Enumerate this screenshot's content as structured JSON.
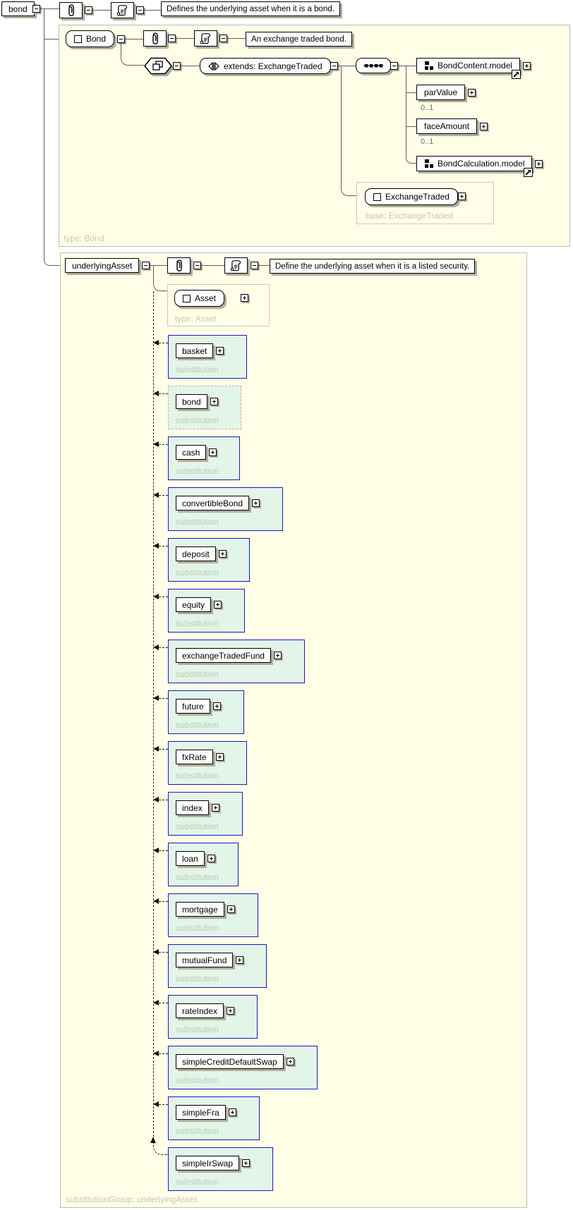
{
  "root": {
    "element": "bond",
    "annotation": "Defines the underlying asset when it is a bond."
  },
  "bond_box": {
    "complex_type": "Bond",
    "type_caption": "type: Bond",
    "annotation": "An exchange traded bond.",
    "derivation_label": "extends: ExchangeTraded",
    "sequence_children": [
      {
        "label": "BondContent.model",
        "kind": "group",
        "ref": true
      },
      {
        "label": "parValue",
        "kind": "element",
        "occurs": "0..1"
      },
      {
        "label": "faceAmount",
        "kind": "element",
        "occurs": "0..1"
      },
      {
        "label": "BondCalculation.model",
        "kind": "group",
        "ref": true
      }
    ],
    "base": {
      "type": "ExchangeTraded",
      "caption": "base: ExchangeTraded"
    }
  },
  "underlying_box": {
    "element": "underlyingAsset",
    "annotation": "Define the underlying asset when it is a listed security.",
    "head": {
      "type": "Asset",
      "caption": "type: Asset"
    },
    "substitution_caption": "substitution",
    "self_substitution": "bond",
    "substitutions": [
      "basket",
      "bond",
      "cash",
      "convertibleBond",
      "deposit",
      "equity",
      "exchangeTradedFund",
      "future",
      "fxRate",
      "index",
      "loan",
      "mortgage",
      "mutualFund",
      "rateIndex",
      "simpleCreditDefaultSwap",
      "simpleFra",
      "simpleIrSwap"
    ],
    "group_caption": "substitutionGroup: underlyingAsset"
  },
  "colors": {
    "panel_bg": "#ffffe8",
    "substitution_bg": "#e3f5e8",
    "substitution_border": "#1717cc",
    "line": "#5f5f5f",
    "shadow": "#aeae9d"
  }
}
